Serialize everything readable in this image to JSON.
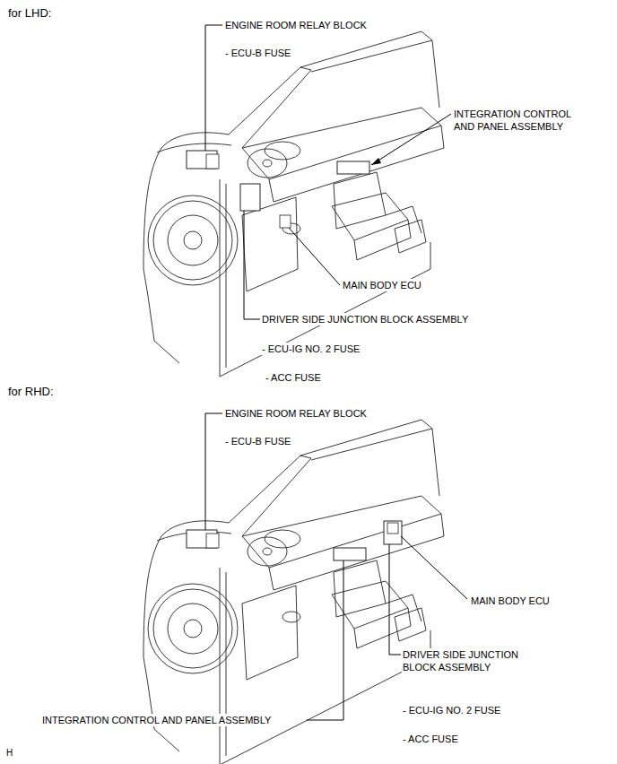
{
  "diagram": {
    "labels": [
      "for LHD:",
      "ENGINE ROOM RELAY BLOCK",
      "- ECU-B FUSE",
      "INTEGRATION CONTROL AND PANEL ASSEMBLY",
      "MAIN BODY ECU",
      "DRIVER SIDE JUNCTION BLOCK ASSEMBLY",
      "- ECU-IG NO. 2 FUSE",
      "- ACC FUSE",
      "for RHD:",
      "ENGINE ROOM RELAY BLOCK",
      "- ECU-B FUSE",
      "MAIN BODY ECU",
      "DRIVER SIDE JUNCTION BLOCK ASSEMBLY",
      "INTEGRATION CONTROL AND PANEL ASSEMBLY",
      "- ECU-IG NO. 2 FUSE",
      "- ACC FUSE",
      "H"
    ]
  }
}
